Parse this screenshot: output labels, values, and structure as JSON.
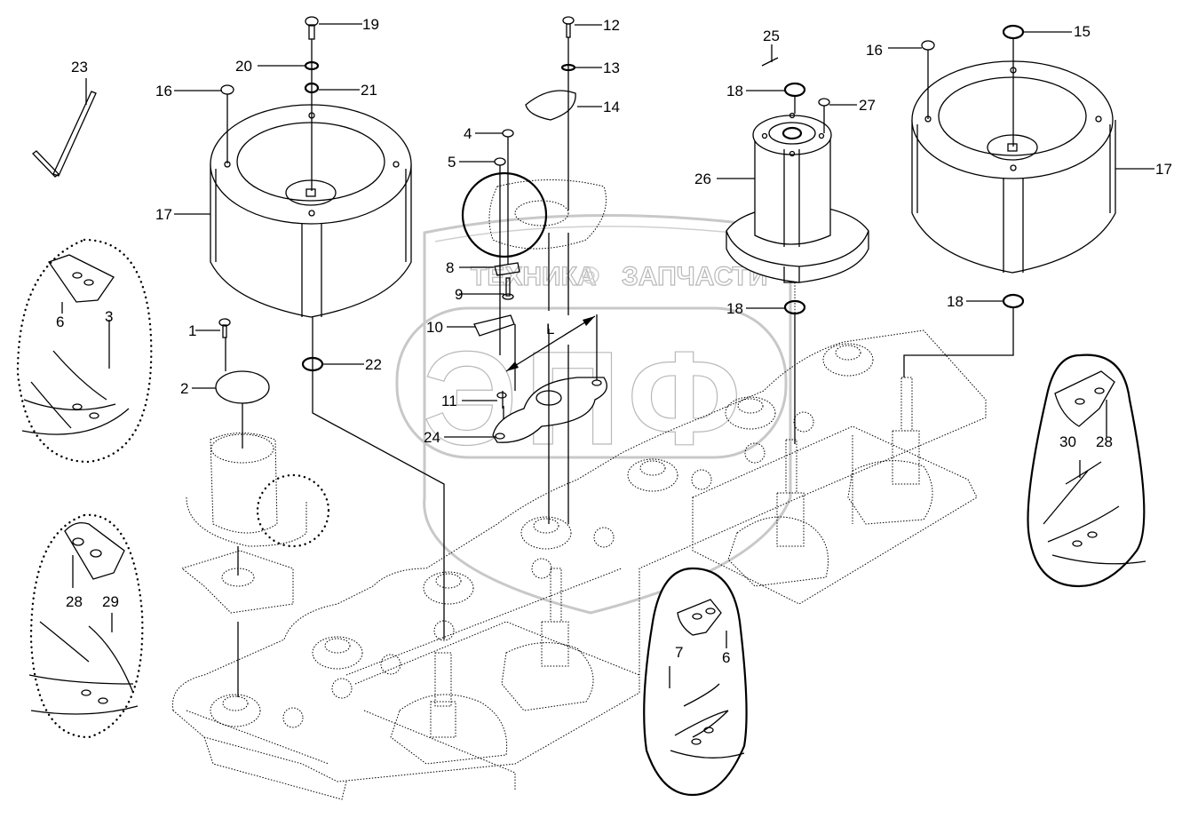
{
  "diagram": {
    "type": "exploded-parts-diagram",
    "subject": "Rotary disc mower cutter bar assembly",
    "watermark": {
      "logo_letters": "ЭПФ",
      "text_left": "ТЕХНИКА",
      "text_right": "ЗАПЧАСТИ",
      "icon": "gear-icon"
    },
    "dimension_label": "L",
    "callouts": [
      {
        "id": "c1",
        "label": "1"
      },
      {
        "id": "c2",
        "label": "2"
      },
      {
        "id": "c3",
        "label": "3"
      },
      {
        "id": "c4",
        "label": "4"
      },
      {
        "id": "c5",
        "label": "5"
      },
      {
        "id": "c6a",
        "label": "6"
      },
      {
        "id": "c6b",
        "label": "6"
      },
      {
        "id": "c7",
        "label": "7"
      },
      {
        "id": "c8",
        "label": "8"
      },
      {
        "id": "c9",
        "label": "9"
      },
      {
        "id": "c10",
        "label": "10"
      },
      {
        "id": "c11",
        "label": "11"
      },
      {
        "id": "c12",
        "label": "12"
      },
      {
        "id": "c13",
        "label": "13"
      },
      {
        "id": "c14",
        "label": "14"
      },
      {
        "id": "c15",
        "label": "15"
      },
      {
        "id": "c16a",
        "label": "16"
      },
      {
        "id": "c16b",
        "label": "16"
      },
      {
        "id": "c17a",
        "label": "17"
      },
      {
        "id": "c17b",
        "label": "17"
      },
      {
        "id": "c18a",
        "label": "18"
      },
      {
        "id": "c18b",
        "label": "18"
      },
      {
        "id": "c18c",
        "label": "18"
      },
      {
        "id": "c19",
        "label": "19"
      },
      {
        "id": "c20",
        "label": "20"
      },
      {
        "id": "c21",
        "label": "21"
      },
      {
        "id": "c22",
        "label": "22"
      },
      {
        "id": "c23",
        "label": "23"
      },
      {
        "id": "c24",
        "label": "24"
      },
      {
        "id": "c25",
        "label": "25"
      },
      {
        "id": "c26",
        "label": "26"
      },
      {
        "id": "c27",
        "label": "27"
      },
      {
        "id": "c28a",
        "label": "28"
      },
      {
        "id": "c28b",
        "label": "28"
      },
      {
        "id": "c29",
        "label": "29"
      },
      {
        "id": "c30",
        "label": "30"
      }
    ],
    "colors": {
      "line": "#000000",
      "background": "#ffffff",
      "watermark": "#c8c8c8"
    }
  }
}
